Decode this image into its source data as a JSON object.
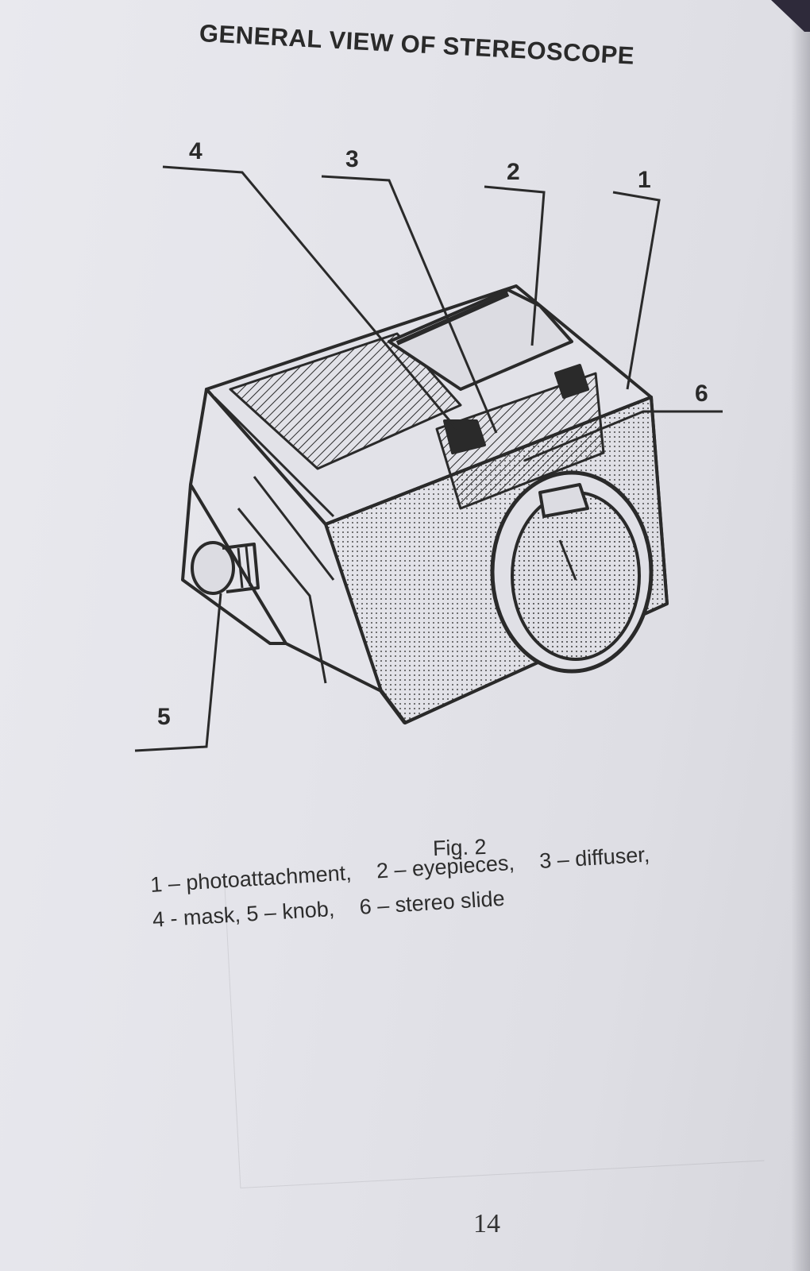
{
  "page": {
    "title": "GENERAL VIEW OF STEREOSCOPE",
    "page_number": "14"
  },
  "figure": {
    "callouts": [
      "4",
      "3",
      "2",
      "1",
      "6",
      "5"
    ],
    "caption": "Fig. 2"
  },
  "legend": {
    "line1": [
      "1 – photoattachment,",
      "2 – eyepieces,",
      "3 – diffuser,"
    ],
    "line2": [
      "4 - mask, 5 – knob,",
      "6 – stereo slide"
    ]
  },
  "colors": {
    "ink": "#2a2a2a",
    "paper": "#e6e6ec"
  }
}
